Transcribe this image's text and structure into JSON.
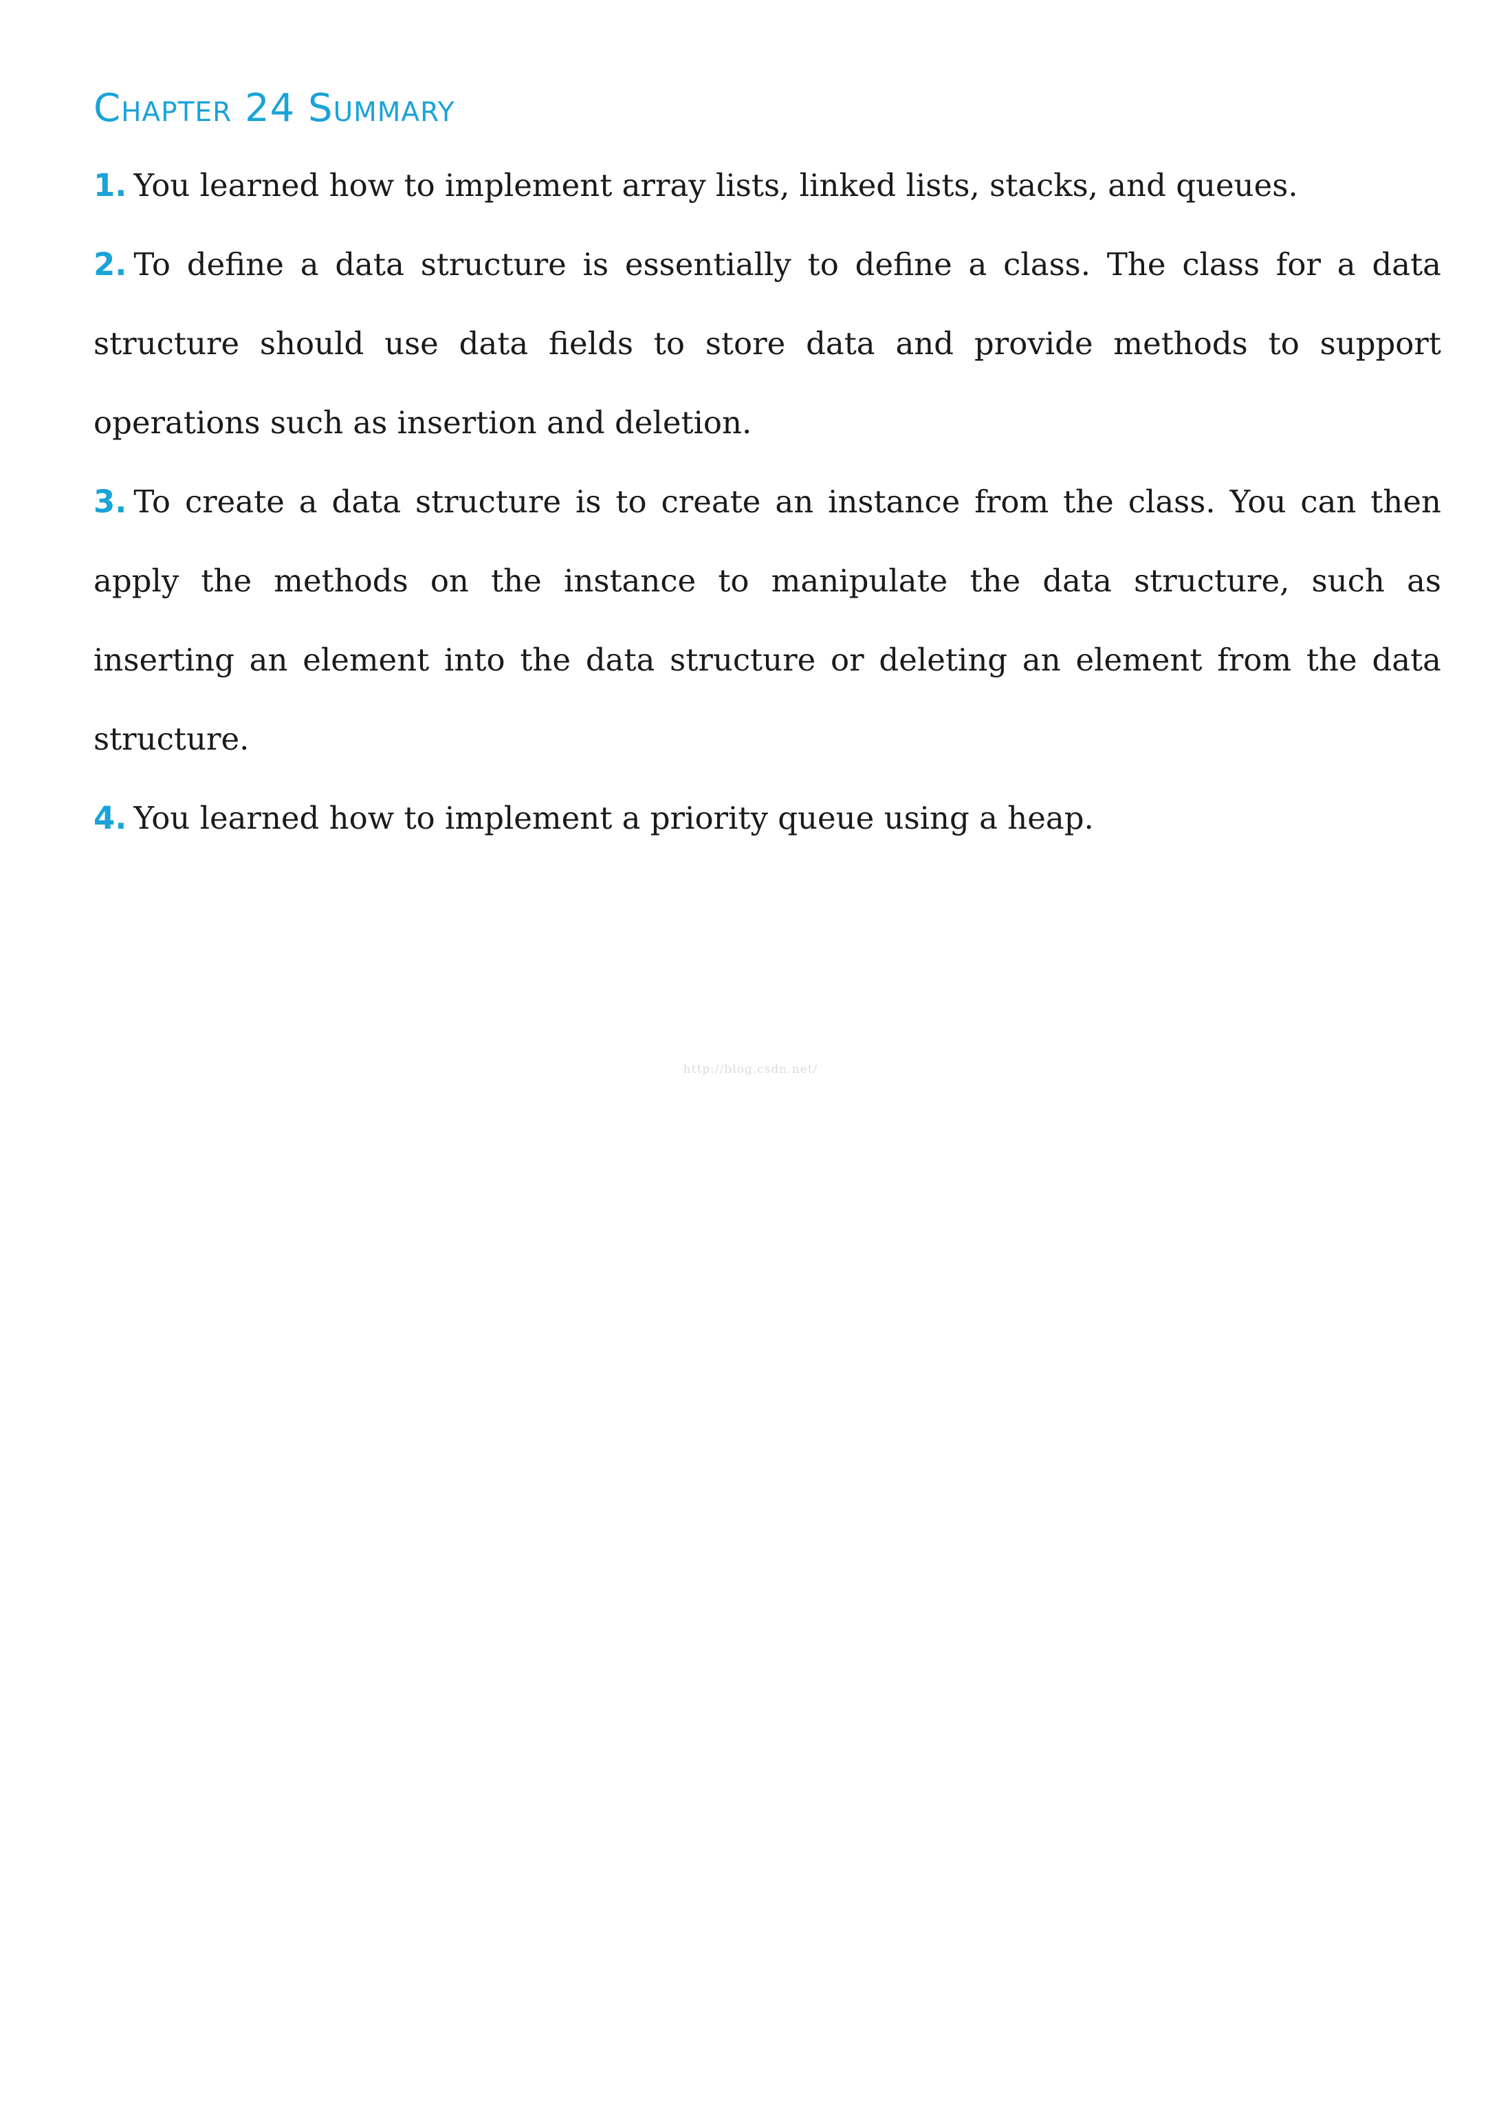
{
  "document": {
    "chapter_title": "Chapter 24 Summary",
    "items": [
      {
        "number": "1.",
        "text": "You learned how to implement array lists, linked lists, stacks, and queues."
      },
      {
        "number": "2.",
        "text": "To define a data structure is essentially to define a class. The class for a data structure should use data fields to store data and provide methods to support operations such as insertion and deletion."
      },
      {
        "number": "3.",
        "text": "To create a data structure is to create an instance from the class. You can then apply the methods on the instance to manipulate the data structure, such as inserting an element into the data structure or deleting an element from the data structure."
      },
      {
        "number": "4.",
        "text": "You learned how to implement a priority queue using a heap."
      }
    ],
    "watermark": "http://blog.csdn.net/"
  },
  "colors": {
    "accent": "#1aa3d8",
    "body_text": "#1a1a1a",
    "watermark": "#dcdcdc"
  }
}
